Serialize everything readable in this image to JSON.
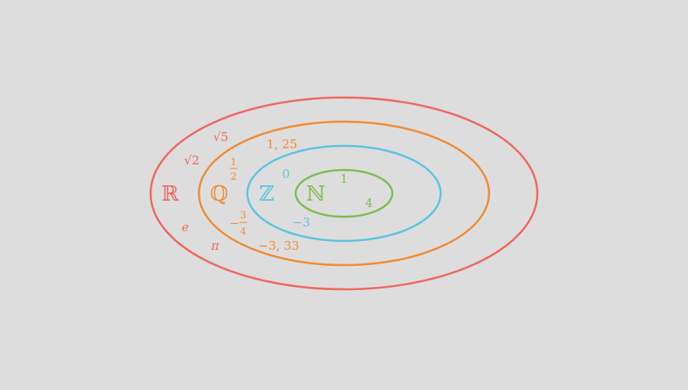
{
  "colors": {
    "background": "#dddddd",
    "reals": "#f0665e",
    "rationals": "#f28a30",
    "integers": "#5bc4e0",
    "naturals": "#7dbd4f"
  },
  "sets": {
    "reals": {
      "symbol": "ℝ",
      "elements": {
        "sqrt5": "√5",
        "sqrt2": "√2",
        "e": "e",
        "pi": "π"
      }
    },
    "rationals": {
      "symbol": "ℚ",
      "elements": {
        "decimal_pos": "1, 25",
        "half_num": "1",
        "half_den": "2",
        "neg_frac_sign": "−",
        "neg_frac_num": "3",
        "neg_frac_den": "4",
        "decimal_neg": "−3, 33"
      }
    },
    "integers": {
      "symbol": "ℤ",
      "elements": {
        "zero": "0",
        "neg_three": "−3"
      }
    },
    "naturals": {
      "symbol": "ℕ",
      "elements": {
        "one": "1",
        "four": "4"
      }
    }
  }
}
